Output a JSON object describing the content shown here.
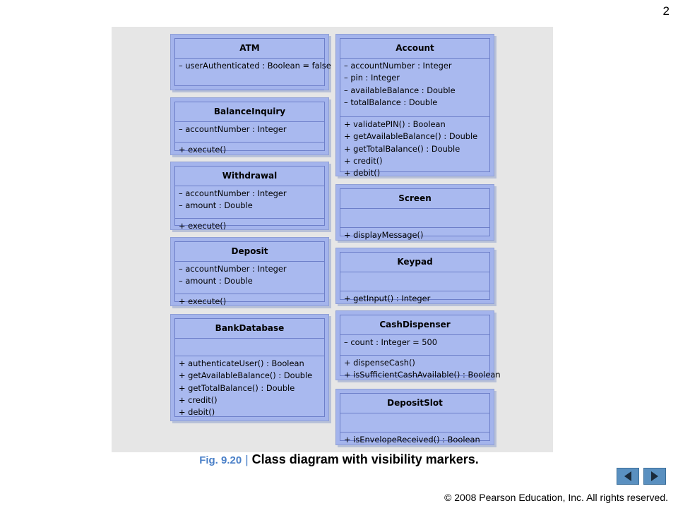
{
  "page_number": "2",
  "caption": {
    "fig_label": "Fig. 9.20",
    "separator": "|",
    "text": "Class diagram with visibility markers."
  },
  "copyright": "© 2008 Pearson Education, Inc.  All rights reserved.",
  "colors": {
    "class_fill": "#a9b9ef",
    "diagram_bg": "#e6e6e6",
    "nav_button": "#5a90c0",
    "caption_blue": "#4a80c8"
  },
  "nav": {
    "prev_icon": "triangle-left-icon",
    "next_icon": "triangle-right-icon"
  },
  "classes": [
    {
      "id": "atm",
      "name": "ATM",
      "attributes": [
        "– userAuthenticated : Boolean = false"
      ],
      "operations": []
    },
    {
      "id": "balanceinquiry",
      "name": "BalanceInquiry",
      "attributes": [
        "– accountNumber : Integer"
      ],
      "operations": [
        "+ execute()"
      ]
    },
    {
      "id": "withdrawal",
      "name": "Withdrawal",
      "attributes": [
        "– accountNumber : Integer",
        "– amount : Double"
      ],
      "operations": [
        "+ execute()"
      ]
    },
    {
      "id": "deposit",
      "name": "Deposit",
      "attributes": [
        "– accountNumber : Integer",
        "– amount : Double"
      ],
      "operations": [
        "+ execute()"
      ]
    },
    {
      "id": "bankdatabase",
      "name": "BankDatabase",
      "attributes": [],
      "operations": [
        "+ authenticateUser() : Boolean",
        "+ getAvailableBalance() : Double",
        "+ getTotalBalance() : Double",
        "+ credit()",
        "+ debit()"
      ]
    },
    {
      "id": "account",
      "name": "Account",
      "attributes": [
        "– accountNumber : Integer",
        "– pin : Integer",
        "– availableBalance : Double",
        "– totalBalance : Double"
      ],
      "operations": [
        "+ validatePIN() : Boolean",
        "+ getAvailableBalance() : Double",
        "+ getTotalBalance() : Double",
        "+ credit()",
        "+ debit()"
      ]
    },
    {
      "id": "screen",
      "name": "Screen",
      "attributes": [],
      "operations": [
        "+ displayMessage()"
      ]
    },
    {
      "id": "keypad",
      "name": "Keypad",
      "attributes": [],
      "operations": [
        "+ getInput() : Integer"
      ]
    },
    {
      "id": "cashdispenser",
      "name": "CashDispenser",
      "attributes": [
        "– count : Integer = 500"
      ],
      "operations": [
        "+ dispenseCash()",
        "+ isSufficientCashAvailable() : Boolean"
      ]
    },
    {
      "id": "depositslot",
      "name": "DepositSlot",
      "attributes": [],
      "operations": [
        "+ isEnvelopeReceived() : Boolean"
      ]
    }
  ]
}
